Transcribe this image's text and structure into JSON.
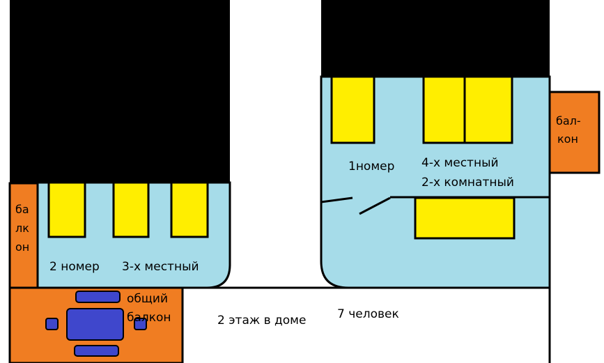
{
  "colors": {
    "background": "#ffffff",
    "dark_area": "#000000",
    "room": "#a6dce9",
    "bed": "#ffee00",
    "balcony": "#f07d22",
    "table": "#3f47cc"
  },
  "labels": {
    "left_balcony": [
      "ба",
      "лк",
      "он"
    ],
    "room2_number": "2 номер",
    "room2_capacity": "3-х местный",
    "common_balcony": [
      "общий",
      "балкон"
    ],
    "floor": "2 этаж в доме",
    "people": "7 человек",
    "room1_number": "1номер",
    "room1_capacity": "4-х местный",
    "room1_rooms": "2-х комнатный",
    "right_balcony": [
      "бал-",
      "кон"
    ]
  }
}
